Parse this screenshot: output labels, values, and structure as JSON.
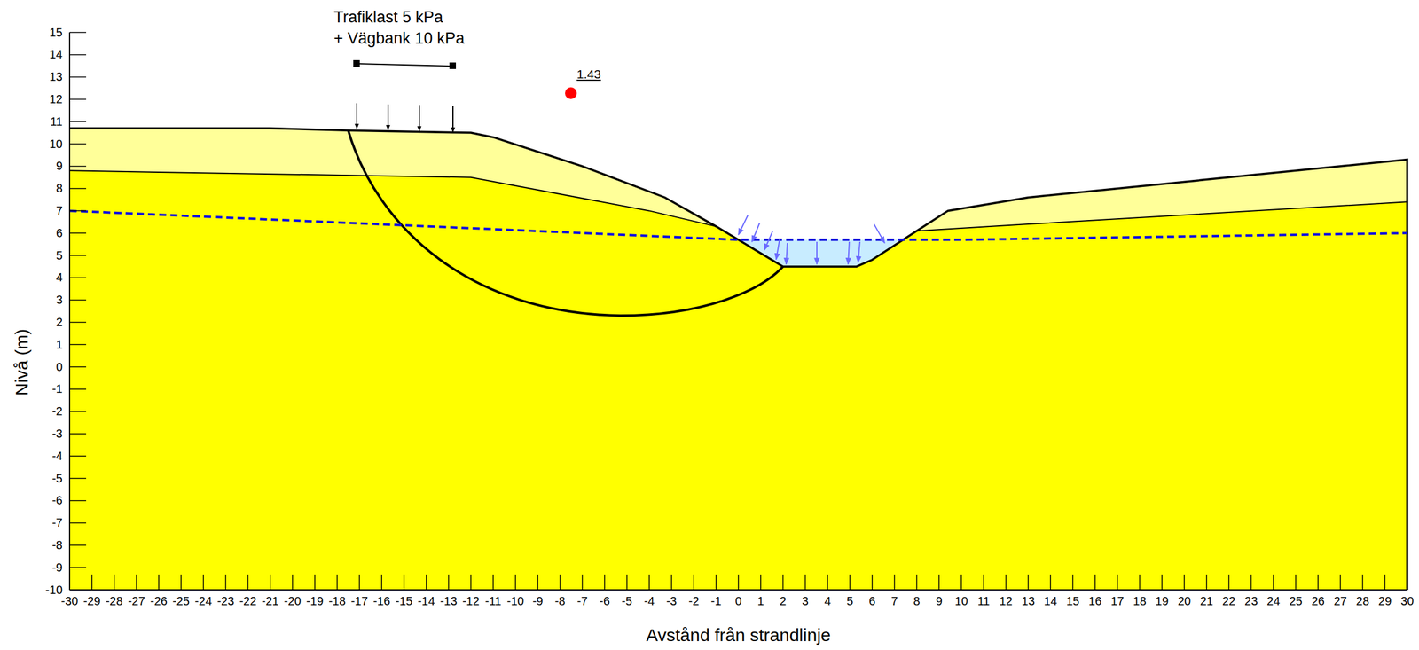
{
  "diagram": {
    "labels": [
      "Trafiklast 5 kPa",
      "+ Vägbank 10 kPa",
      "1.43",
      "15",
      "14",
      "13",
      "12",
      "11",
      "10",
      "9",
      "8",
      "7",
      "6",
      "5",
      "4",
      "3",
      "2",
      "1",
      "0",
      "-1",
      "-2",
      "-3",
      "-4",
      "-5",
      "-6",
      "-7",
      "-8",
      "-9",
      "-10",
      "Nivå (m)",
      "-30",
      "-29",
      "-28",
      "-27",
      "-26",
      "-25",
      "-24",
      "-23",
      "-22",
      "-21",
      "-20",
      "-19",
      "-18",
      "-17",
      "-16",
      "-15",
      "-14",
      "-13",
      "-12",
      "-11",
      "-10",
      "-9",
      "-8",
      "-7",
      "-6",
      "-5",
      "-4",
      "-3",
      "-2",
      "-1",
      "0",
      "1",
      "2",
      "3",
      "4",
      "5",
      "6",
      "7",
      "8",
      "9",
      "10",
      "11",
      "12",
      "13",
      "14",
      "15",
      "16",
      "17",
      "18",
      "19",
      "20",
      "21",
      "22",
      "23",
      "24",
      "25",
      "26",
      "27",
      "28",
      "29",
      "30",
      "Avstånd från strandlinje"
    ]
  }
}
